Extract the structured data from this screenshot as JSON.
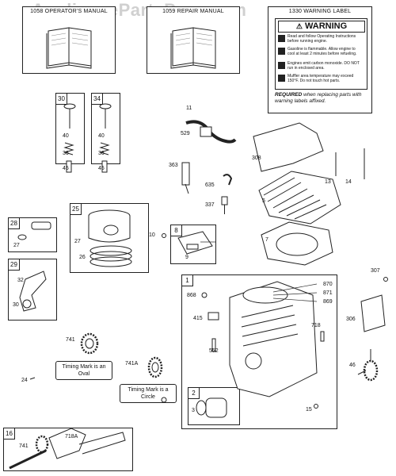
{
  "watermark": "AppliancePartsPros.com",
  "manual_boxes": [
    {
      "title": "1058 OPERATOR'S MANUAL"
    },
    {
      "title": "1059 REPAIR MANUAL"
    }
  ],
  "warning_label": {
    "title": "1330 WARNING LABEL",
    "header": "WARNING",
    "lines": [
      "Read and follow Operating Instructions before running engine.",
      "Gasoline is flammable. Allow engine to cool at least 2 minutes before refueling.",
      "Engines emit carbon monoxide. DO NOT run in enclosed area.",
      "Muffler area temperature may exceed 150°F. Do not touch hot parts."
    ],
    "required_bold": "REQUIRED",
    "required_text": "when replacing parts with warning labels affixed."
  },
  "group_tags": {
    "g1": "1",
    "g2": "2",
    "g8": "8",
    "g16": "16",
    "g25": "25",
    "g28": "28",
    "g29": "29",
    "g30": "30",
    "g34": "34"
  },
  "part_numbers": {
    "p3": "3",
    "p5": "5",
    "p7": "7",
    "p9": "9",
    "p10": "10",
    "p11": "11",
    "p13": "13",
    "p14": "14",
    "p15": "15",
    "p24": "24",
    "p26": "26",
    "p27a": "27",
    "p27b": "27",
    "p30": "30",
    "p32": "32",
    "p36a": "36",
    "p36b": "36",
    "p40a": "40",
    "p40b": "40",
    "p45a": "45",
    "p45b": "45",
    "p46": "46",
    "p306": "306",
    "p307": "307",
    "p308": "308",
    "p337": "337",
    "p363": "363",
    "p415": "415",
    "p529": "529",
    "p552": "552",
    "p635": "635",
    "p718": "718",
    "p718a": "718A",
    "p741a": "741",
    "p741b": "741",
    "p741c": "741A",
    "p868": "868",
    "p869": "869",
    "p870": "870",
    "p871": "871"
  },
  "callouts": {
    "oval": "Timing Mark is an Oval",
    "circle": "Timing Mark is a Circle"
  }
}
